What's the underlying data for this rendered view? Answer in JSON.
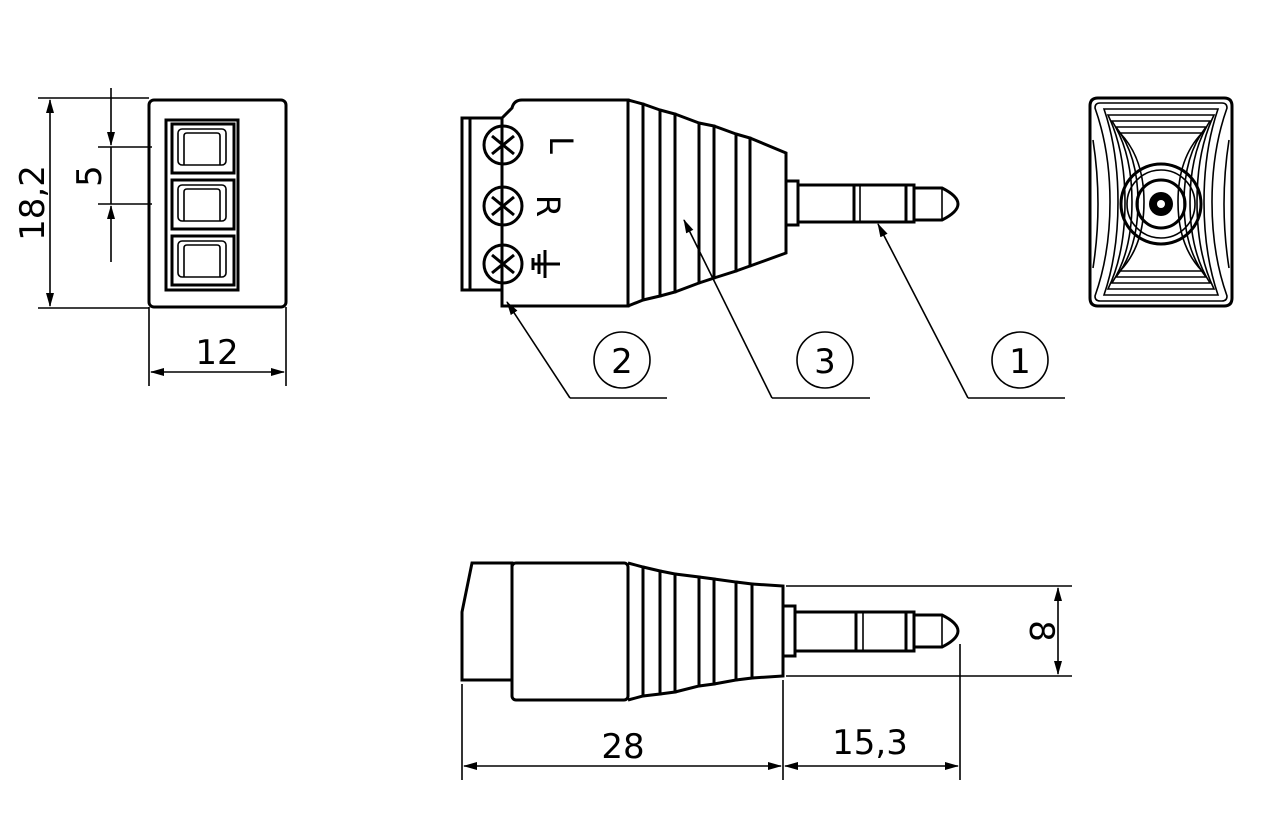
{
  "dimensions": {
    "height": "18,2",
    "pitch": "5",
    "width": "12",
    "length": "28",
    "plug_length": "15,3",
    "plug_height": "8"
  },
  "terminal_labels": {
    "left": "L",
    "right": "R"
  },
  "callouts": {
    "plug": "1",
    "terminal_block": "2",
    "strain_relief": "3"
  }
}
